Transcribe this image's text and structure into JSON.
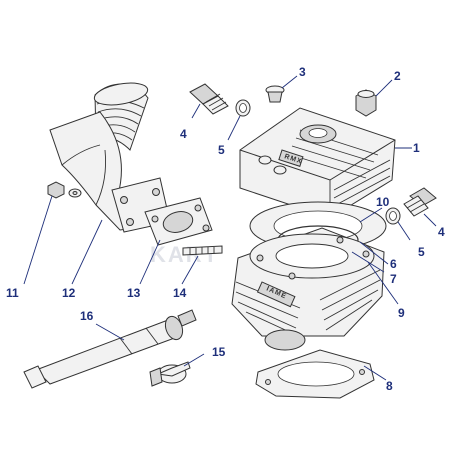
{
  "diagram": {
    "brand_marks": {
      "head_cover": "RMX",
      "cylinder": "IAME"
    },
    "watermark": "KART",
    "callouts": [
      {
        "id": "1",
        "label": "1"
      },
      {
        "id": "2",
        "label": "2"
      },
      {
        "id": "3",
        "label": "3"
      },
      {
        "id": "4a",
        "label": "4"
      },
      {
        "id": "4b",
        "label": "4"
      },
      {
        "id": "5a",
        "label": "5"
      },
      {
        "id": "5b",
        "label": "5"
      },
      {
        "id": "6",
        "label": "6"
      },
      {
        "id": "7",
        "label": "7"
      },
      {
        "id": "8",
        "label": "8"
      },
      {
        "id": "9",
        "label": "9"
      },
      {
        "id": "10",
        "label": "10"
      },
      {
        "id": "11",
        "label": "11"
      },
      {
        "id": "12",
        "label": "12"
      },
      {
        "id": "13",
        "label": "13"
      },
      {
        "id": "14",
        "label": "14"
      },
      {
        "id": "15",
        "label": "15"
      },
      {
        "id": "16",
        "label": "16"
      }
    ],
    "colors": {
      "callout": "#1e2f7a",
      "line": "#333333"
    }
  }
}
